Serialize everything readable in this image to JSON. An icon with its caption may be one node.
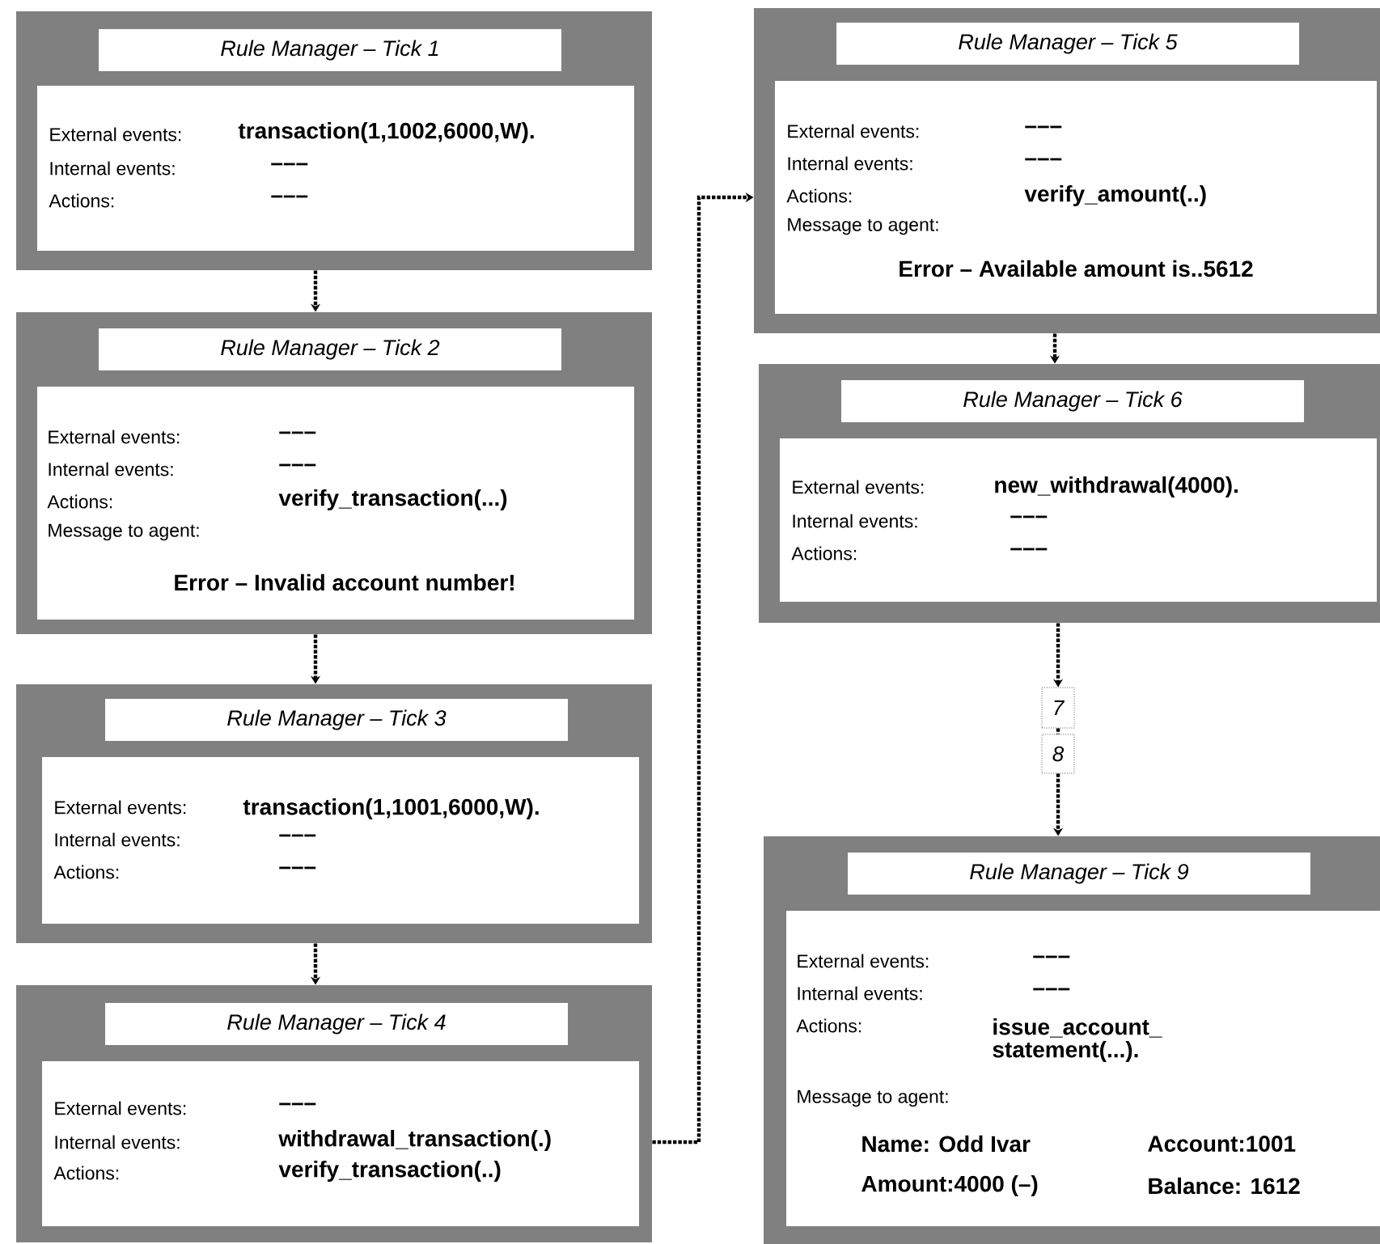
{
  "diagram": {
    "nodes": [
      {
        "text": [
          "Rule Manager – Tick 1",
          "External events:",
          "transaction(1,1002,6000,W).",
          "Internal events:",
          "–––",
          "Actions:",
          "–––"
        ]
      },
      {
        "text": [
          "Rule Manager – Tick 2",
          "External events:",
          "–––",
          "Internal events:",
          "–––",
          "Actions:",
          "verify_transaction(...)",
          "Message to agent:",
          "Error – Invalid account number!"
        ]
      },
      {
        "text": [
          "Rule Manager – Tick 3",
          "External events:",
          "transaction(1,1001,6000,W).",
          "Internal events:",
          "–––",
          "Actions:",
          "–––"
        ]
      },
      {
        "text": [
          "Rule Manager – Tick 4",
          "External events:",
          "–––",
          "Internal events:",
          "withdrawal_transaction(.)",
          "Actions:",
          "verify_transaction(..)"
        ]
      },
      {
        "text": [
          "Rule Manager – Tick 5",
          "External events:",
          "–––",
          "Internal events:",
          "–––",
          "Actions:",
          "verify_amount(..)",
          "Message to agent:",
          "Error – Available amount is..5612"
        ]
      },
      {
        "text": [
          "Rule Manager – Tick 6",
          "External events:",
          "new_withdrawal(4000).",
          "Internal events:",
          "–––",
          "Actions:",
          "–––"
        ]
      },
      {
        "text": [
          "7"
        ]
      },
      {
        "text": [
          "8"
        ]
      },
      {
        "text": [
          "Rule Manager – Tick 9",
          "External events:",
          "–––",
          "Internal events:",
          "–––",
          "Actions:",
          "issue_account_ statement(...).",
          "Message to agent:",
          "Name: Odd Ivar",
          "Account:1001",
          "Amount:4000 (–)",
          "Balance: 1612"
        ]
      }
    ],
    "edges": [
      {
        "from": 0,
        "to": 1,
        "arrow": "to"
      },
      {
        "from": 1,
        "to": 2,
        "arrow": "to"
      },
      {
        "from": 2,
        "to": 3,
        "arrow": "to"
      },
      {
        "from": 3,
        "to": 4,
        "arrow": "to"
      },
      {
        "from": 4,
        "to": 5,
        "arrow": "to"
      },
      {
        "from": 5,
        "to": 6,
        "arrow": "to"
      },
      {
        "from": 6,
        "to": 7,
        "arrow": "none"
      },
      {
        "from": 7,
        "to": 8,
        "arrow": "to"
      }
    ]
  }
}
